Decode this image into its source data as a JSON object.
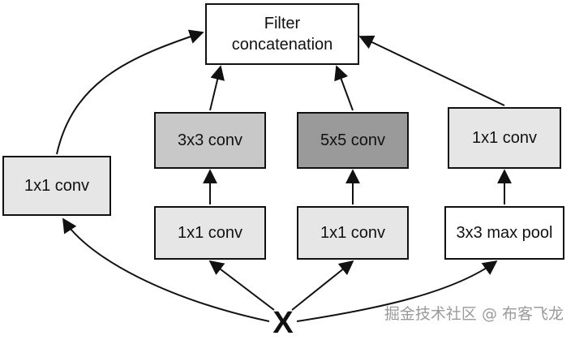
{
  "nodes": {
    "filter_concat": "Filter\nconcatenation",
    "left_1x1": "1x1 conv",
    "branch2_top": "3x3 conv",
    "branch2_bottom": "1x1 conv",
    "branch3_top": "5x5 conv",
    "branch3_bottom": "1x1 conv",
    "branch4_top": "1x1 conv",
    "branch4_bottom": "3x3 max pool",
    "input": "X"
  },
  "watermark": "掘金技术社区 @ 布客飞龙",
  "colors": {
    "line": "#111111",
    "fill_light": "#e6e6e6",
    "fill_mid": "#c8c8c8",
    "fill_dark": "#9a9a9a",
    "fill_white": "#ffffff"
  }
}
